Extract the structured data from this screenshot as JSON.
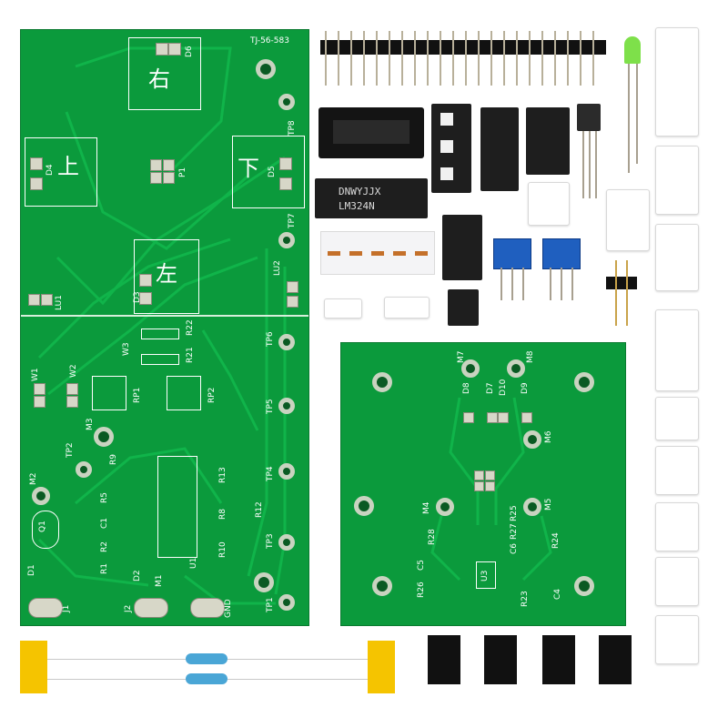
{
  "board_left": {
    "header": "TJ-56-583",
    "chars": [
      "右",
      "上",
      "下",
      "左"
    ],
    "labels": {
      "d6": "D6",
      "d4": "D4",
      "d5": "D5",
      "p1": "P1",
      "tp8": "TP8",
      "tp7": "TP7",
      "lu2": "LU2",
      "d3": "D3",
      "lu1": "LU1",
      "r22": "R22",
      "r21": "R21",
      "w3": "W3",
      "w1": "W1",
      "w2": "W2",
      "rp1": "RP1",
      "rp2": "RP2",
      "tp6": "TP6",
      "tp5": "TP5",
      "tp4": "TP4",
      "tp3": "TP3",
      "tp2": "TP2",
      "tp1": "TP1",
      "m3": "M3",
      "m2": "M2",
      "m1": "M1",
      "q1": "Q1",
      "r9": "R9",
      "r13": "R13",
      "r8": "R8",
      "r12": "R12",
      "r10": "R10",
      "u1": "U1",
      "d1": "D1",
      "d2": "D2",
      "j1": "J1",
      "j2": "J2",
      "gnd": "GND",
      "r5": "R5",
      "r2": "R2",
      "r1": "R1",
      "c1": "C1"
    }
  },
  "board_right": {
    "labels": {
      "m7": "M7",
      "m8": "M8",
      "d8": "D8",
      "d7": "D7",
      "d10": "D10",
      "d9": "D9",
      "m6": "M6",
      "m4": "M4",
      "m5": "M5",
      "r28": "R28",
      "r25": "R25",
      "r27": "R27",
      "c6": "C6",
      "c5": "C5",
      "r24": "R24",
      "r26": "R26",
      "u3": "U3",
      "r23": "R23",
      "c4": "C4"
    }
  },
  "components": {
    "ic_marking_line1": "DNWYJJX",
    "ic_marking_line2": "LM324N"
  }
}
